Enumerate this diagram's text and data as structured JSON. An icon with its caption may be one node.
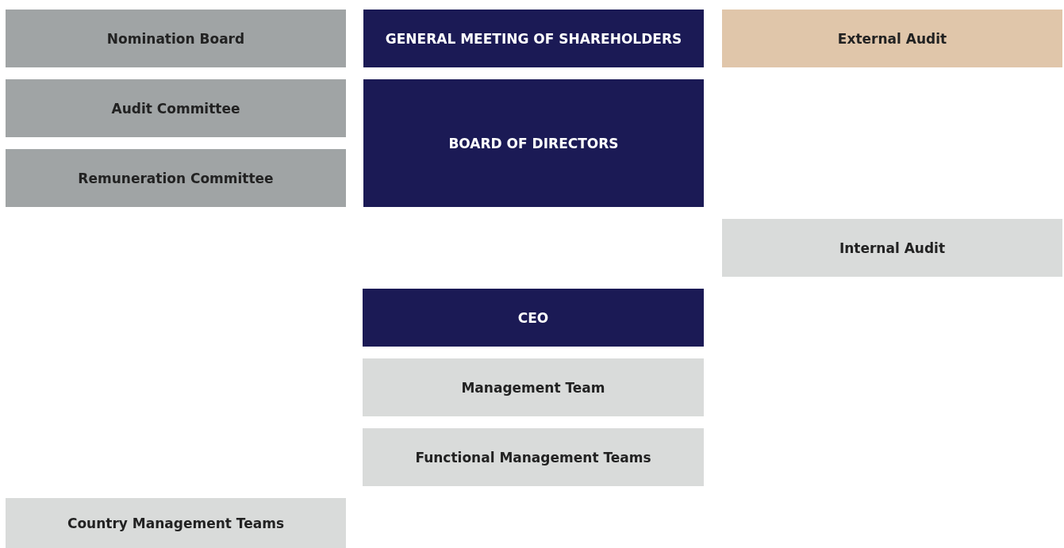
{
  "diagram": {
    "nodes": [
      {
        "text": [
          "Nomination Board"
        ]
      },
      {
        "text": [
          "GENERAL MEETING OF SHAREHOLDERS"
        ]
      },
      {
        "text": [
          "External Audit"
        ]
      },
      {
        "text": [
          "Audit Committee"
        ]
      },
      {
        "text": [
          "BOARD OF DIRECTORS"
        ]
      },
      {
        "text": [
          "Remuneration Committee"
        ]
      },
      {
        "text": [
          "Internal Audit"
        ]
      },
      {
        "text": [
          "CEO"
        ]
      },
      {
        "text": [
          "Management Team"
        ]
      },
      {
        "text": [
          "Functional Management Teams"
        ]
      },
      {
        "text": [
          "Country Management Teams"
        ]
      }
    ]
  }
}
